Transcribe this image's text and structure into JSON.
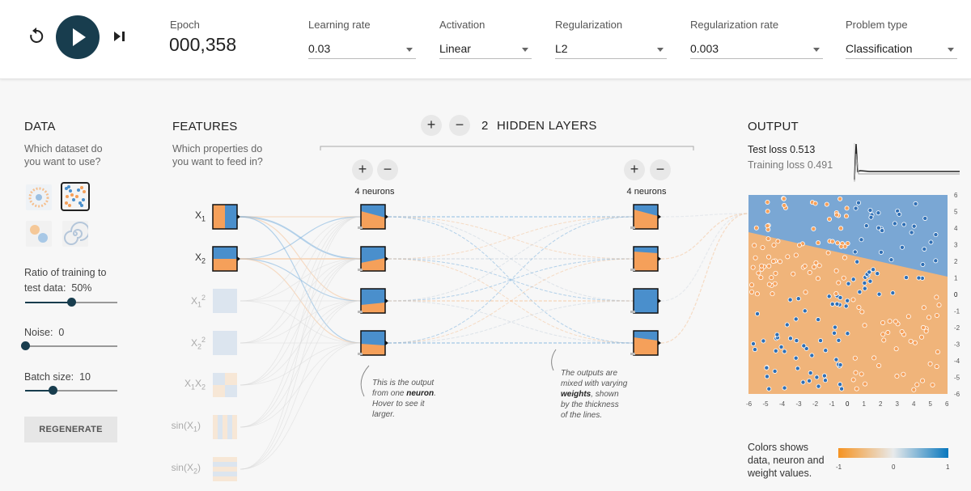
{
  "header": {
    "epoch_label": "Epoch",
    "epoch_value": "000,358",
    "controls": [
      {
        "label": "Learning rate",
        "value": "0.03"
      },
      {
        "label": "Activation",
        "value": "Linear"
      },
      {
        "label": "Regularization",
        "value": "L2"
      },
      {
        "label": "Regularization rate",
        "value": "0.003"
      },
      {
        "label": "Problem type",
        "value": "Classification"
      }
    ],
    "icons": {
      "reset": "reset-icon",
      "play": "play-icon",
      "step": "step-forward-icon"
    }
  },
  "data_panel": {
    "title": "DATA",
    "subtitle_1": "Which dataset do",
    "subtitle_2": "you want to use?",
    "ratio_label_1": "Ratio of training to",
    "ratio_label_2": "test data:",
    "ratio_value": "50%",
    "ratio_fraction": 0.5,
    "noise_label": "Noise:",
    "noise_value": "0",
    "noise_fraction": 0,
    "batch_label": "Batch size:",
    "batch_value": "10",
    "batch_fraction": 0.3,
    "regenerate": "REGENERATE"
  },
  "features_panel": {
    "title": "FEATURES",
    "subtitle_1": "Which properties do",
    "subtitle_2": "you want to feed in?",
    "features": [
      {
        "base": "X",
        "sub": "1",
        "sup": "",
        "active": true
      },
      {
        "base": "X",
        "sub": "2",
        "sup": "",
        "active": true
      },
      {
        "base": "X",
        "sub": "1",
        "sup": "2",
        "active": false
      },
      {
        "base": "X",
        "sub": "2",
        "sup": "2",
        "active": false
      },
      {
        "base": "X",
        "sub": "1",
        "base2": "X",
        "sub2": "2",
        "active": false
      },
      {
        "base": "sin(X",
        "sub": "1",
        "tail": ")",
        "active": false
      },
      {
        "base": "sin(X",
        "sub": "2",
        "tail": ")",
        "active": false
      }
    ]
  },
  "network": {
    "hidden_count": "2",
    "hidden_label": "HIDDEN LAYERS",
    "layer1_neurons": "4 neurons",
    "layer2_neurons": "4 neurons",
    "note1": [
      "This is the output",
      "from one",
      "neuron",
      ".",
      "Hover to see it",
      "larger."
    ],
    "note2": [
      "The outputs are",
      "mixed with varying",
      "weights",
      ", shown",
      "by the thickness",
      "of the lines."
    ]
  },
  "output_panel": {
    "title": "OUTPUT",
    "test_loss": "Test loss 0.513",
    "training_loss": "Training loss 0.491",
    "y_ticks": [
      "6",
      "5",
      "4",
      "3",
      "2",
      "1",
      "0",
      "-1",
      "-2",
      "-3",
      "-4",
      "-5",
      "-6"
    ],
    "x_ticks": [
      "-6",
      "-5",
      "-4",
      "-3",
      "-2",
      "-1",
      "0",
      "1",
      "2",
      "3",
      "4",
      "5",
      "6"
    ],
    "legend_text_1": "Colors shows",
    "legend_text_2": "data, neuron and",
    "legend_text_3": "weight values.",
    "legend_min": "-1",
    "legend_mid": "0",
    "legend_max": "1"
  },
  "colors": {
    "orange": "#f5a05a",
    "blue": "#4a8fcc",
    "dark": "#183d4e",
    "bg_orange": "#f0b47a",
    "bg_blue": "#7aa7d4"
  }
}
